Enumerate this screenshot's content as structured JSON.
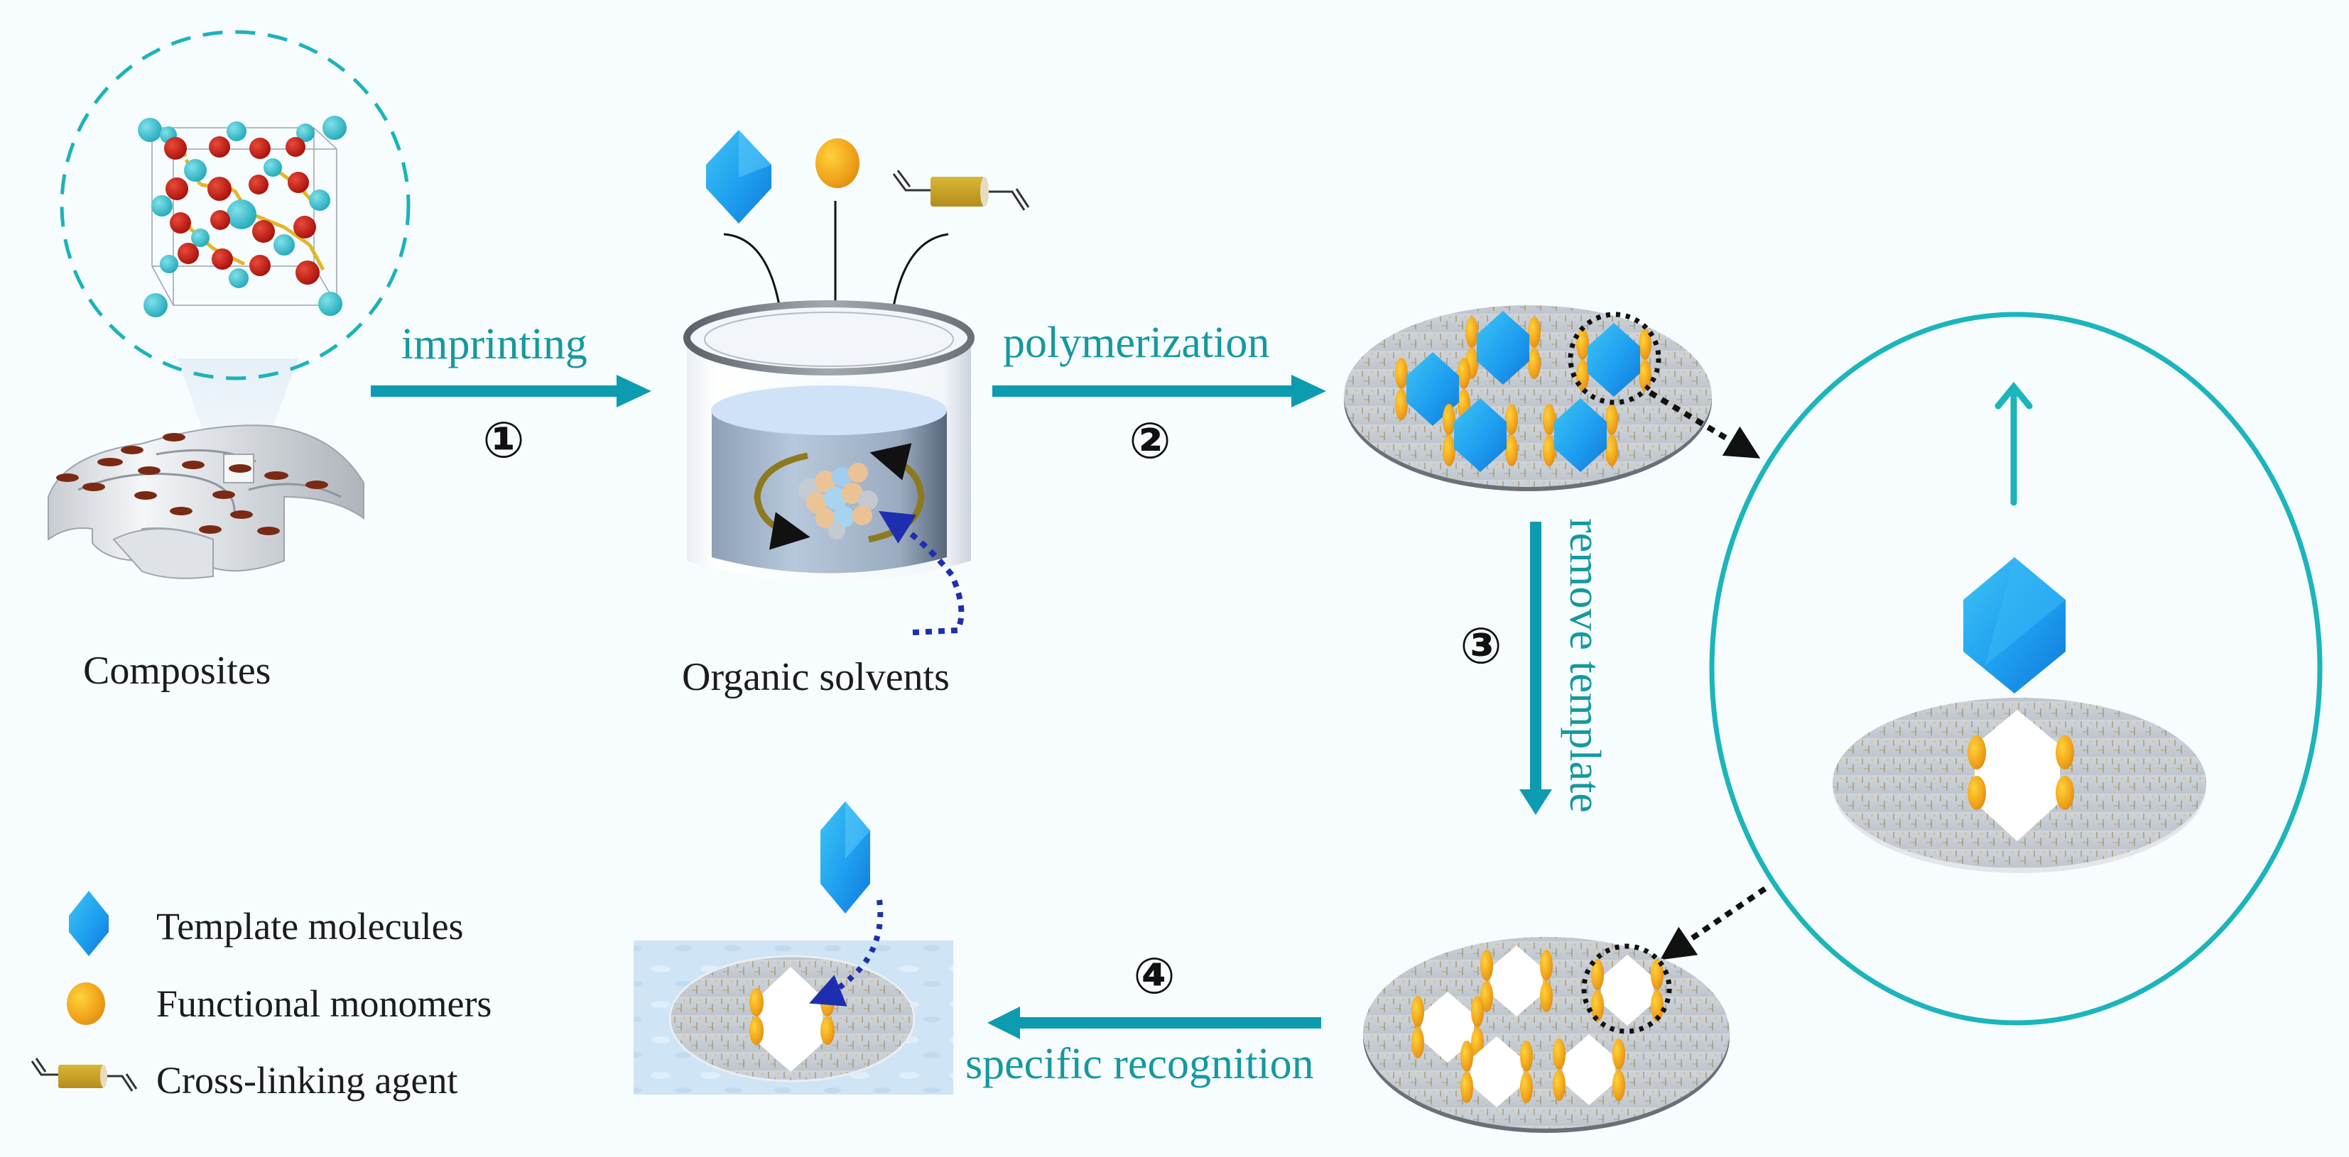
{
  "figure": {
    "type": "process-flow-diagram",
    "subject": "Molecularly imprinted polymer synthesis on composites"
  },
  "colors": {
    "background": "#f7fcfe",
    "teal_arrow": "#0d9bb0",
    "teal_text": "#14999f",
    "circle_outline": "#1bb5bb",
    "template_blue": "#1e9ff0",
    "monomer_orange": "#f2a81d",
    "crosslinker_ochre": "#c8a324",
    "dotted_blue": "#1d2fae",
    "dotted_black": "#111111",
    "atom_cyan": "#35bccb",
    "atom_red": "#c2180f",
    "disk_gray": "#c5cbd2",
    "water_blue": "#cfe5f6"
  },
  "stages": {
    "composites": {
      "label": "Composites"
    },
    "solvent": {
      "label": "Organic solvents"
    },
    "polymerized": {
      "label": ""
    },
    "template_removed": {
      "label": ""
    },
    "recognition": {
      "label": ""
    }
  },
  "steps": [
    {
      "number": "①",
      "label": "imprinting",
      "direction": "right"
    },
    {
      "number": "②",
      "label": "polymerization",
      "direction": "right"
    },
    {
      "number": "③",
      "label": "remove template",
      "direction": "down"
    },
    {
      "number": "④",
      "label": "specific recognition",
      "direction": "left"
    }
  ],
  "legend": {
    "items": [
      {
        "icon": "template-molecule-icon",
        "label": "Template molecules"
      },
      {
        "icon": "functional-monomer-icon",
        "label": "Functional monomers"
      },
      {
        "icon": "cross-linking-agent-icon",
        "label": "Cross-linking agent"
      }
    ]
  },
  "inputs_to_solvent": [
    {
      "icon": "template-molecule-icon",
      "name": "Template molecules"
    },
    {
      "icon": "functional-monomer-icon",
      "name": "Functional monomers"
    },
    {
      "icon": "cross-linking-agent-icon",
      "name": "Cross-linking agent"
    }
  ],
  "counts": {
    "templates_on_polymer": 5,
    "cavities_after_removal": 5
  }
}
